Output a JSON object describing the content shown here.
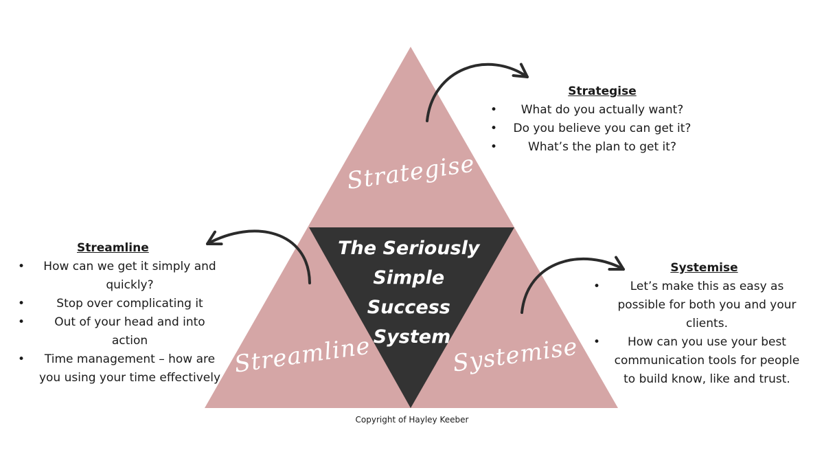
{
  "diagram": {
    "center_title_lines": [
      "The Seriously",
      "Simple",
      "Success",
      "System"
    ],
    "segment_labels": {
      "top": "Strategise",
      "left": "Streamline",
      "right": "Systemise"
    },
    "colors": {
      "triangle_fill": "#d5a6a6",
      "center_fill": "#333333",
      "arrow": "#2b2b2b",
      "label_text": "#ffffff"
    }
  },
  "panels": {
    "strategise": {
      "title": "Strategise",
      "items": [
        "What do you actually want?",
        "Do you believe you can get it?",
        "What’s the plan to get it?"
      ]
    },
    "streamline": {
      "title": "Streamline",
      "items": [
        "How can we get it simply and quickly?",
        "Stop over complicating it",
        "Out of your head and into action",
        "Time management – how are you using your time effectively"
      ]
    },
    "systemise": {
      "title": "Systemise",
      "items": [
        "Let’s make this as easy as possible for both you and your clients.",
        "How can you use your best communication tools for people to build know, like and trust."
      ]
    }
  },
  "footer": {
    "copyright": "Copyright of Hayley Keeber"
  }
}
